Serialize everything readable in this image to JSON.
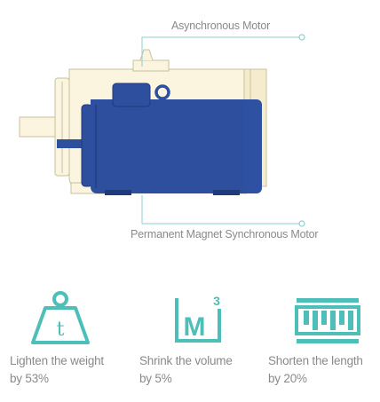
{
  "callouts": {
    "async_label": "Asynchronous Motor",
    "pmsm_label": "Permanent Magnet Synchronous Motor"
  },
  "benefits": [
    {
      "icon": "weight-icon",
      "glyph": "t",
      "line1": "Lighten the weight",
      "line2": "by 53%"
    },
    {
      "icon": "volume-icon",
      "glyph": "M",
      "superscript": "3",
      "line1": "Shrink the volume",
      "line2": "by 5%"
    },
    {
      "icon": "length-icon",
      "line1": "Shorten the length",
      "line2": "by 20%"
    }
  ],
  "colors": {
    "async_body": "#fbf5df",
    "async_outline": "#c9bf9f",
    "pmsm_body": "#2e4f9e",
    "pmsm_dark": "#20397a",
    "callout_line": "#8ecfd0",
    "icon_teal": "#4dbfb8",
    "text_gray": "#8a8a8a"
  }
}
